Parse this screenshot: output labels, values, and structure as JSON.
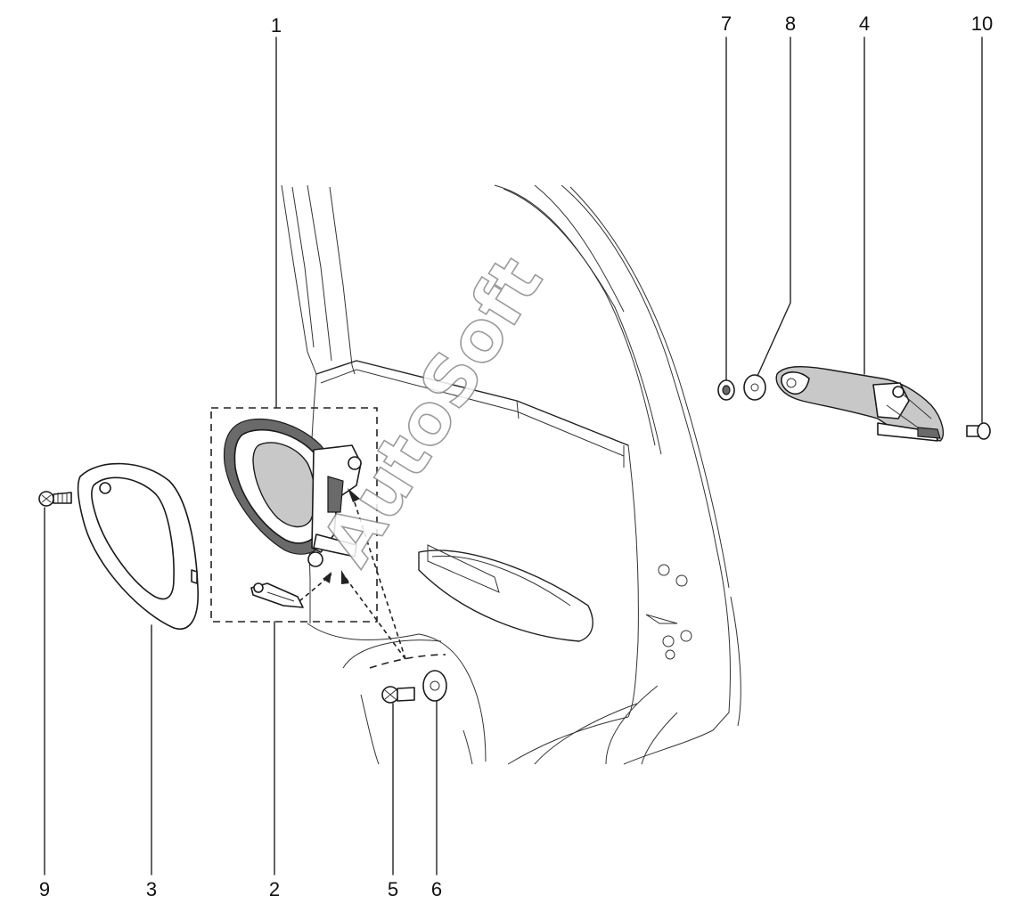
{
  "diagram": {
    "callouts": [
      {
        "id": "c1",
        "text": "1"
      },
      {
        "id": "c2",
        "text": "2"
      },
      {
        "id": "c3",
        "text": "3"
      },
      {
        "id": "c4",
        "text": "4"
      },
      {
        "id": "c5",
        "text": "5"
      },
      {
        "id": "c6",
        "text": "6"
      },
      {
        "id": "c7",
        "text": "7"
      },
      {
        "id": "c8",
        "text": "8"
      },
      {
        "id": "c9",
        "text": "9"
      },
      {
        "id": "c10",
        "text": "10"
      }
    ],
    "watermark": "AutoSoft"
  }
}
